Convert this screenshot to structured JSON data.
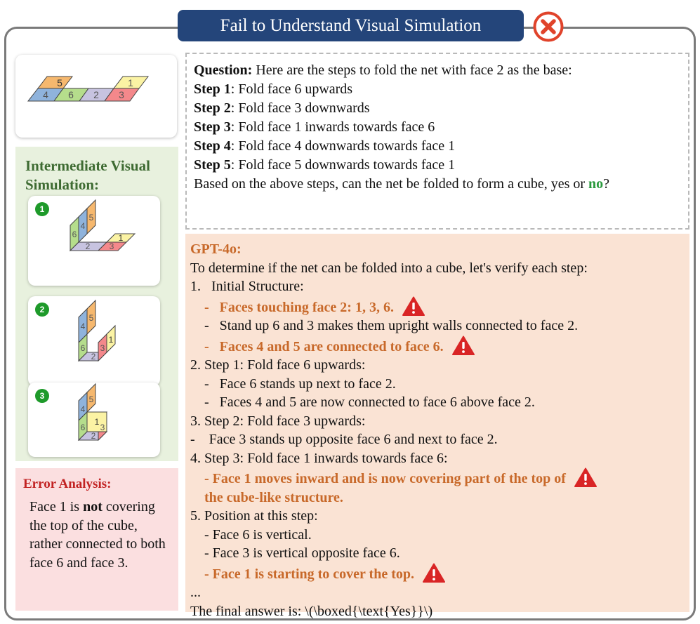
{
  "banner": {
    "title": "Fail to Understand Visual Simulation"
  },
  "net": {
    "faces": [
      "5",
      "4",
      "6",
      "2",
      "3",
      "1"
    ]
  },
  "simulation": {
    "title": "Intermediate Visual Simulation:",
    "steps": [
      {
        "badge": "1",
        "faces": [
          "5",
          "4",
          "6",
          "2",
          "3",
          "1"
        ]
      },
      {
        "badge": "2",
        "faces": [
          "5",
          "4",
          "6",
          "2",
          "3",
          "1"
        ]
      },
      {
        "badge": "3",
        "faces": [
          "5",
          "4",
          "6",
          "2",
          "3",
          "1"
        ]
      }
    ]
  },
  "error_analysis": {
    "title": "Error Analysis:",
    "text_before": "Face 1 is ",
    "bold": "not",
    "text_after": " covering the top of the cube, rather connected to both face 6 and face 3."
  },
  "question": {
    "label": "Question:",
    "intro": " Here are the steps to fold the net with face 2 as the base:",
    "steps": [
      {
        "label": "Step 1",
        "text": ": Fold face 6 upwards"
      },
      {
        "label": "Step 2",
        "text": ": Fold face 3 downwards"
      },
      {
        "label": "Step 3",
        "text": ": Fold face 1 inwards towards face 6"
      },
      {
        "label": "Step 4",
        "text": ": Fold face 4 downwards towards face 1"
      },
      {
        "label": "Step 5",
        "text": ": Fold face 5 downwards towards face 1"
      }
    ],
    "final_before": "Based on the above steps, can the net be folded to form a cube, yes or ",
    "final_answer": "no",
    "final_after": "?"
  },
  "answer": {
    "model": "GPT-4o:",
    "intro": "To determine if the net can be folded into a cube, let's verify each step:",
    "l1": "1.   Initial Structure:",
    "l2": "    -   Faces touching face 2: 1, 3, 6.",
    "l3": "    -   Stand up 6 and 3 makes them upright walls connected to face 2.",
    "l4": "    -   Faces 4 and 5 are connected to face 6.",
    "l5": "2. Step 1: Fold face 6 upwards:",
    "l6": "    -   Face 6 stands up next to face 2.",
    "l7": "    -   Faces 4 and 5 are now connected to face 6 above face 2.",
    "l8": "3. Step 2: Fold face 3 upwards:",
    "l9": "-    Face 3 stands up opposite face 6 and next to face 2.",
    "l10": "4. Step 3: Fold face 1 inwards towards face 6:",
    "l11": "    - Face 1 moves inward and is now covering part of the top of",
    "l12": "    the cube-like structure.",
    "l13": "5. Position at this step:",
    "l14": "    - Face 6 is vertical.",
    "l15": "    - Face 3 is vertical opposite face 6.",
    "l16": "    - Face 1 is starting to cover the top.",
    "l17": "...",
    "final": "The final answer is: \\(\\boxed{\\text{Yes}}\\)"
  },
  "colors": {
    "banner": "#24457a",
    "sim_bg": "#e8f1de",
    "error_bg": "#fbdfe0",
    "answer_bg": "#fae3d4",
    "highlight": "#c8692a",
    "correct": "#2b9a3e",
    "error_title": "#c22323",
    "warning": "#d92525"
  },
  "icons": [
    "fail-x-icon",
    "warning-icon",
    "step-badge"
  ]
}
